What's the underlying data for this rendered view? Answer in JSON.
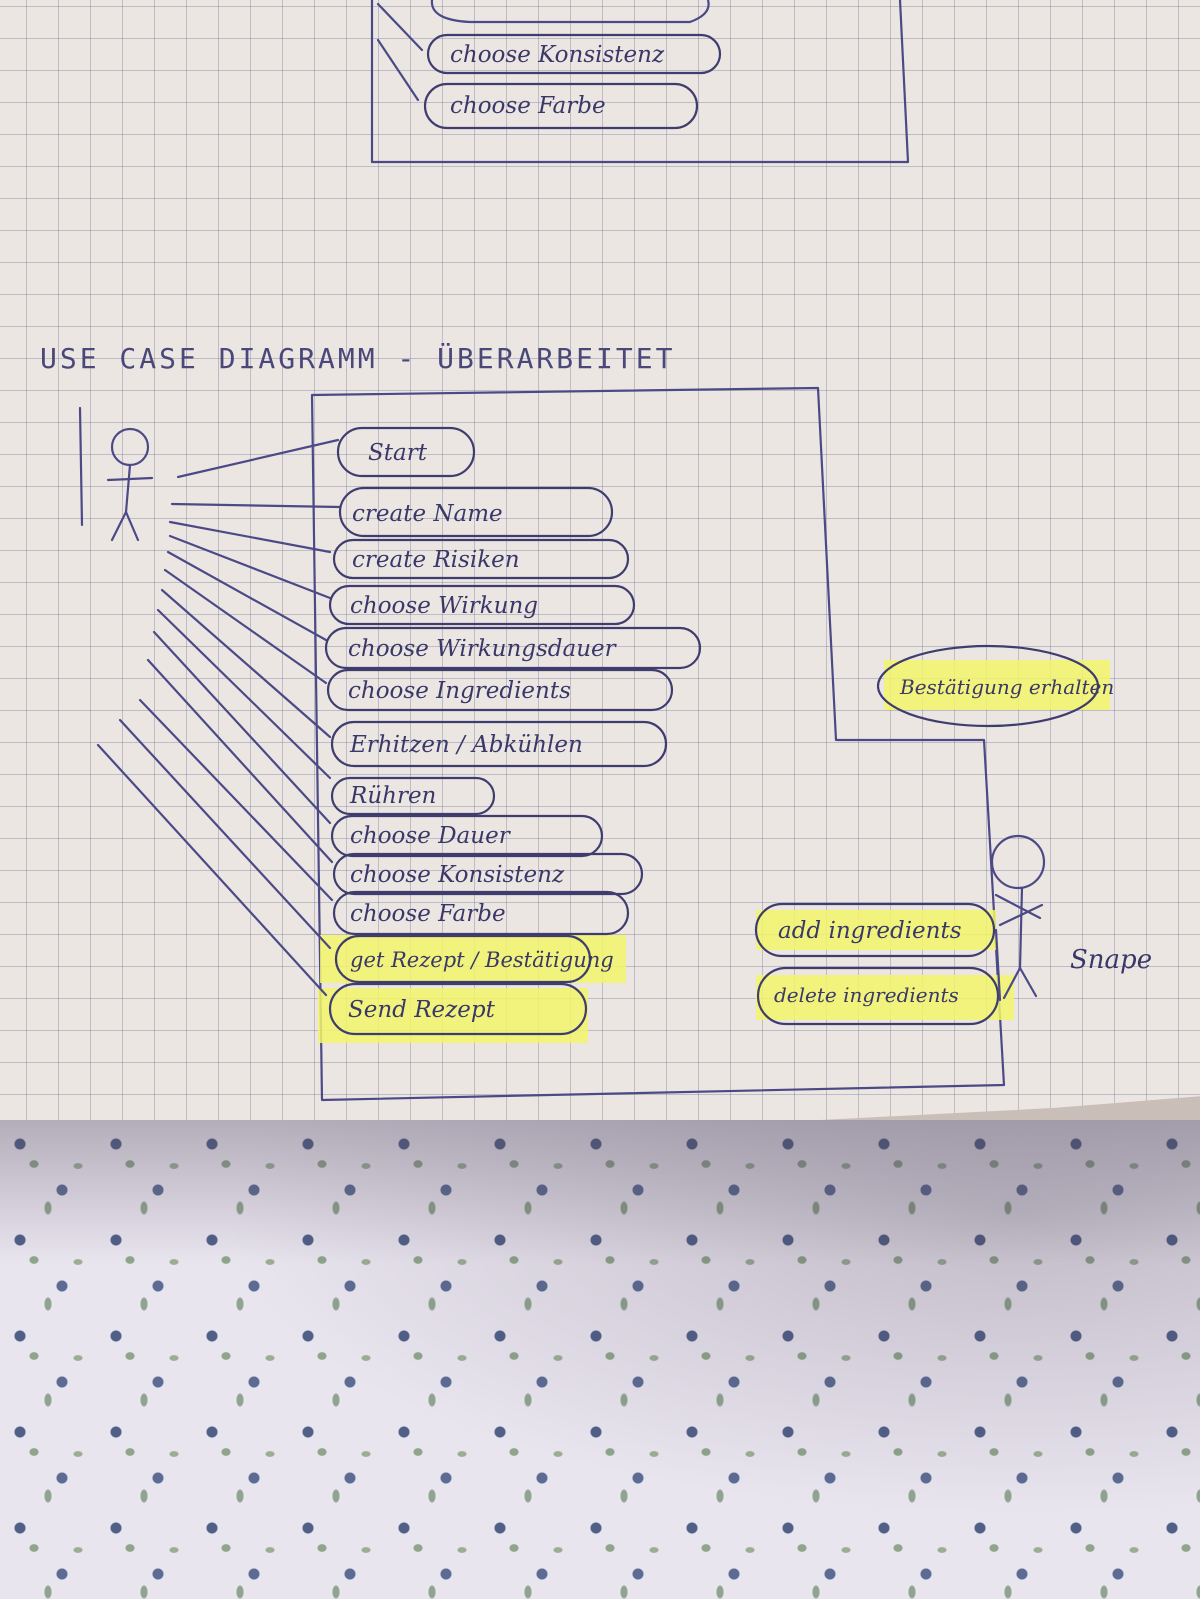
{
  "title": "USE CASE DIAGRAMM - ÜBERARBEITET",
  "top_partial_use_cases": [
    "choose Konsistenz",
    "choose Farbe"
  ],
  "actors": {
    "left": "",
    "right": "Snape"
  },
  "use_cases": [
    {
      "label": "Start"
    },
    {
      "label": "create Name"
    },
    {
      "label": "create Risiken"
    },
    {
      "label": "choose Wirkung"
    },
    {
      "label": "choose Wirkungsdauer"
    },
    {
      "label": "choose Ingredients"
    },
    {
      "label": "Erhitzen / Abkühlen"
    },
    {
      "label": "Rühren"
    },
    {
      "label": "choose Dauer"
    },
    {
      "label": "choose Konsistenz"
    },
    {
      "label": "choose Farbe"
    },
    {
      "label": "get Rezept / Bestätigung",
      "highlighted": true
    },
    {
      "label": "Send Rezept",
      "highlighted": true
    }
  ],
  "right_use_cases": [
    {
      "label": "Bestätigung erhalten",
      "highlighted": true
    },
    {
      "label": "add ingredients",
      "highlighted": true
    },
    {
      "label": "delete ingredients",
      "highlighted": true
    }
  ],
  "colors": {
    "ink": "#4c4a86",
    "highlight": "#f2f56a",
    "paper": "#ece6e3"
  }
}
